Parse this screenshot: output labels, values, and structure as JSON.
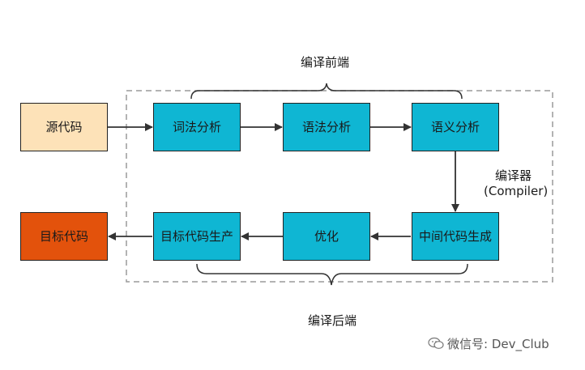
{
  "boxes": {
    "source": "源代码",
    "lexical": "词法分析",
    "syntax": "语法分析",
    "semantic": "语义分析",
    "ir": "中间代码生成",
    "optimize": "优化",
    "codegen": "目标代码生产",
    "target": "目标代码"
  },
  "labels": {
    "frontend": "编译前端",
    "backend": "编译后端",
    "compiler_line1": "编译器",
    "compiler_line2": "(Compiler)"
  },
  "watermark": "微信号: Dev_Club",
  "colors": {
    "phase_fill": "#0fb6d3",
    "source_fill": "#fde2b8",
    "target_fill": "#e3520c"
  }
}
